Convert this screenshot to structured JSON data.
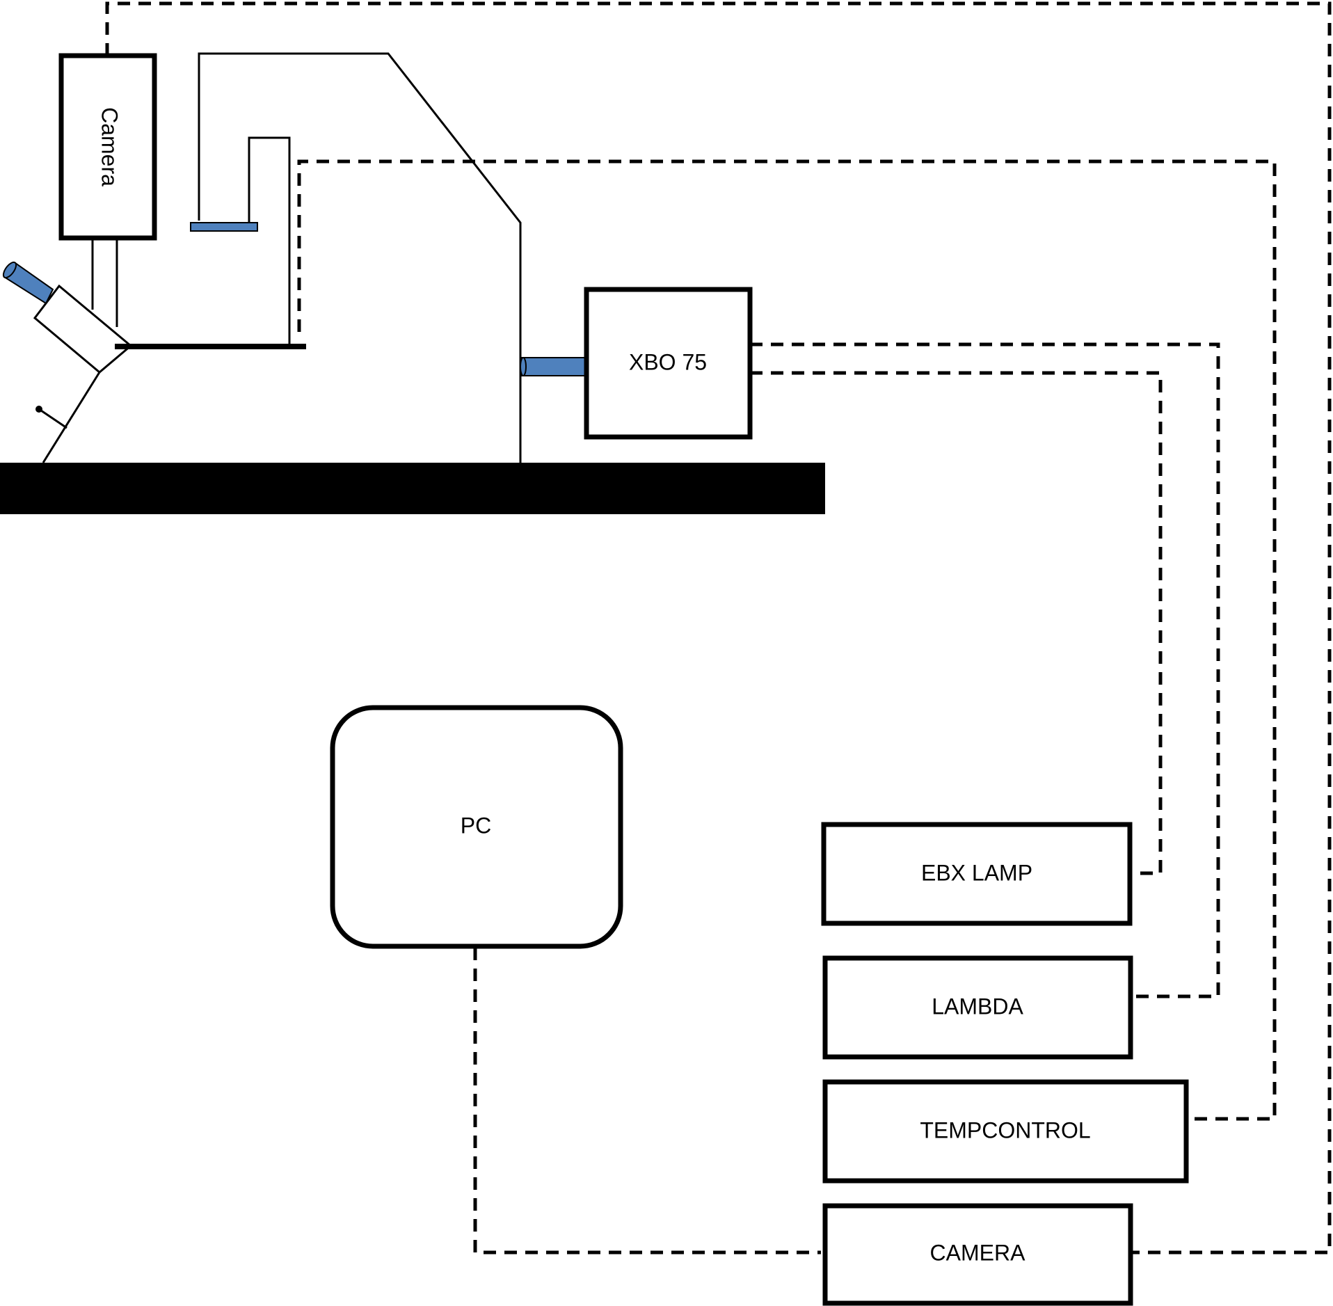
{
  "colors": {
    "accent_blue": "#4f81bd",
    "line": "#000000",
    "background": "#ffffff"
  },
  "labels": {
    "camera_mount": "Camera",
    "xbo": "XBO 75",
    "pc": "PC",
    "ebx_lamp": "EBX LAMP",
    "lambda": "LAMBDA",
    "tempcontrol": "TEMPCONTROL",
    "camera_controller": "CAMERA"
  }
}
